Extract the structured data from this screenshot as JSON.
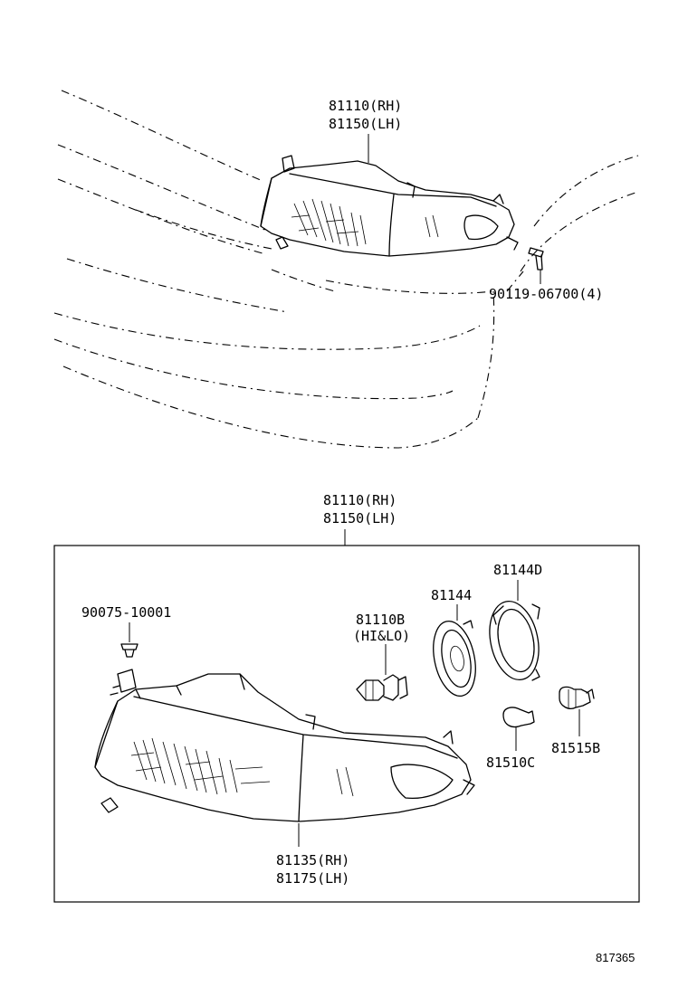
{
  "callouts": {
    "top_assembly_rh": "81110(RH)",
    "top_assembly_lh": "81150(LH)",
    "screw": "90119-06700(4)",
    "box_assembly_rh": "81110(RH)",
    "box_assembly_lh": "81150(LH)",
    "clip": "90075-10001",
    "bulb_hi_lo": "81110B",
    "bulb_hi_lo_note": "(HI&LO)",
    "cover": "81144",
    "ring": "81144D",
    "small_bulb": "81510C",
    "socket": "81515B",
    "lens_rh": "81135(RH)",
    "lens_lh": "81175(LH)"
  },
  "figure_id": "817365"
}
